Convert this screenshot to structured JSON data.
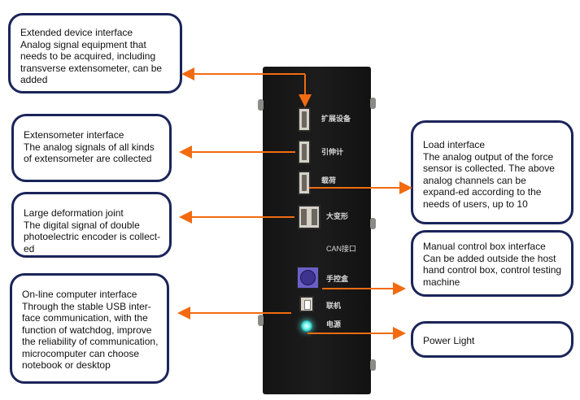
{
  "colors": {
    "box_border": "#1b2459",
    "arrow": "#f26b10",
    "device_body": "#151515",
    "power_led": "#6ef3ea",
    "handbox_port": "#6b5fc8"
  },
  "callouts": [
    {
      "id": "extended-device",
      "title": "Extended device interface",
      "description": "Analog signal equipment that needs to be acquired, including transverse extensometer, can be added"
    },
    {
      "id": "extensometer",
      "title": "Extensometer interface",
      "description": "The analog signals of all kinds of extensometer are collected"
    },
    {
      "id": "large-deformation",
      "title": "Large deformation joint",
      "description": "The digital signal of double photoelectric encoder is collect-ed"
    },
    {
      "id": "online-computer",
      "title": "On-line computer interface",
      "description": "Through the stable USB inter-face communication, with the function of watchdog, improve the reliability of communication, microcomputer can choose notebook or desktop"
    },
    {
      "id": "load",
      "title": "Load interface",
      "description": "The analog output of the force sensor is collected. The above analog channels can be expand-ed according to the needs of users, up to 10"
    },
    {
      "id": "manual-control-box",
      "title": "Manual control box interface",
      "description": "Can be added outside the host hand control box, control testing machine"
    },
    {
      "id": "power-light",
      "title": "Power Light",
      "description": ""
    }
  ],
  "device": {
    "port_labels": {
      "extended_device": "扩展设备",
      "extensometer": "引伸计",
      "load": "载荷",
      "large_deformation": "大变形",
      "can": "CAN接口",
      "hand_control_box": "手控盒",
      "online": "联机",
      "power": "电源"
    }
  }
}
